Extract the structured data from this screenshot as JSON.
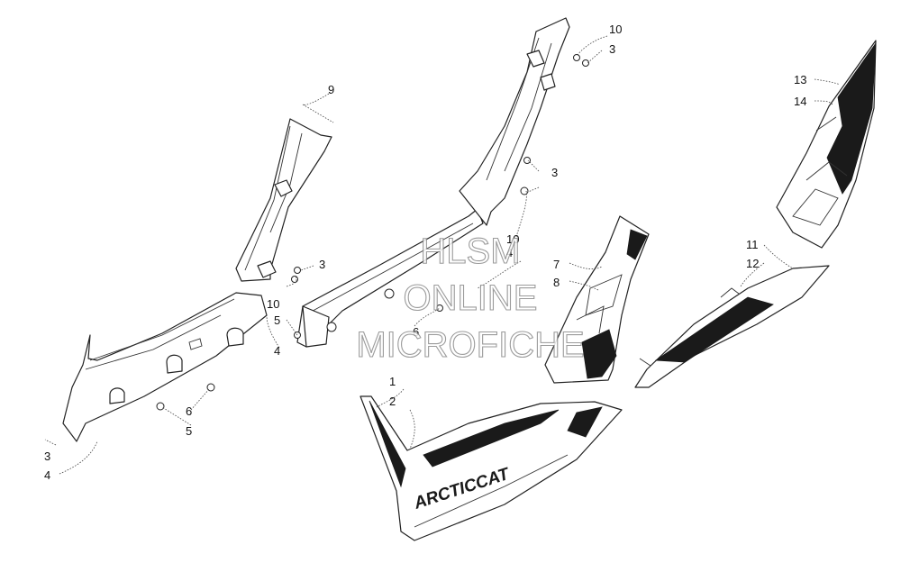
{
  "watermark": {
    "line1": "HLSM",
    "line2": "ONLINE",
    "line3": "MICROFICHE"
  },
  "decal_text": "ARCTICCAT",
  "callouts": {
    "c1": "1",
    "c2": "2",
    "c3a": "3",
    "c4a": "4",
    "c6a": "6",
    "c5a": "5",
    "c10a": "10",
    "c5b": "5",
    "c4b": "4",
    "c3b": "3",
    "c9": "9",
    "c6b": "6",
    "c104": "10\n4",
    "c3c": "3",
    "c10b": "10",
    "c3d": "3",
    "c7": "7",
    "c8": "8",
    "c11": "11",
    "c12": "12",
    "c13": "13",
    "c14": "14"
  },
  "colors": {
    "line": "#222222",
    "decal": "#1a1a1a",
    "background": "#ffffff"
  }
}
